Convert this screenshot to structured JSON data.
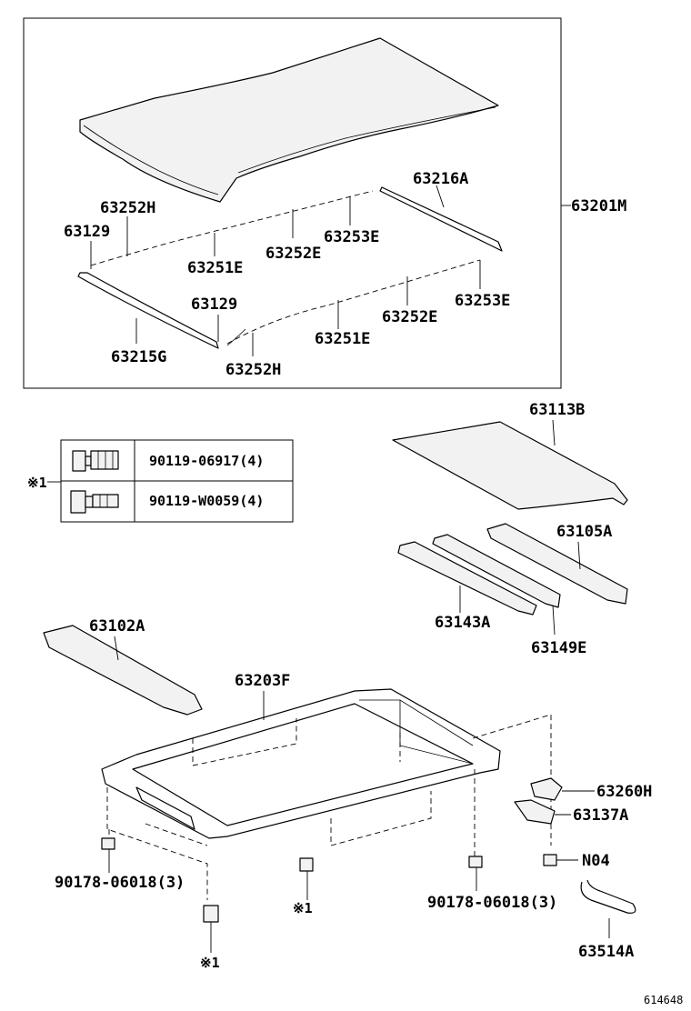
{
  "labels": {
    "p63201M": "63201M",
    "p63216A": "63216A",
    "p63252H_a": "63252H",
    "p63129_a": "63129",
    "p63251E_a": "63251E",
    "p63252E_a": "63252E",
    "p63253E_a": "63253E",
    "p63129_b": "63129",
    "p63253E_b": "63253E",
    "p63252E_b": "63252E",
    "p63215G": "63215G",
    "p63251E_b": "63251E",
    "p63252H_b": "63252H",
    "p63113B": "63113B",
    "p63105A": "63105A",
    "p63143A": "63143A",
    "p63149E": "63149E",
    "p63102A": "63102A",
    "p63203F": "63203F",
    "p63260H": "63260H",
    "p63137A": "63137A",
    "pN04": "N04",
    "p90178_left": "90178-06018(3)",
    "p90178_right": "90178-06018(3)",
    "p63514A": "63514A",
    "ref1_a": "※1",
    "ref1_b": "※1",
    "ref1_key": "※1"
  },
  "bolt_table": {
    "row1": "90119-06917(4)",
    "row2": "90119-W0059(4)"
  },
  "diagram_code": "614648"
}
